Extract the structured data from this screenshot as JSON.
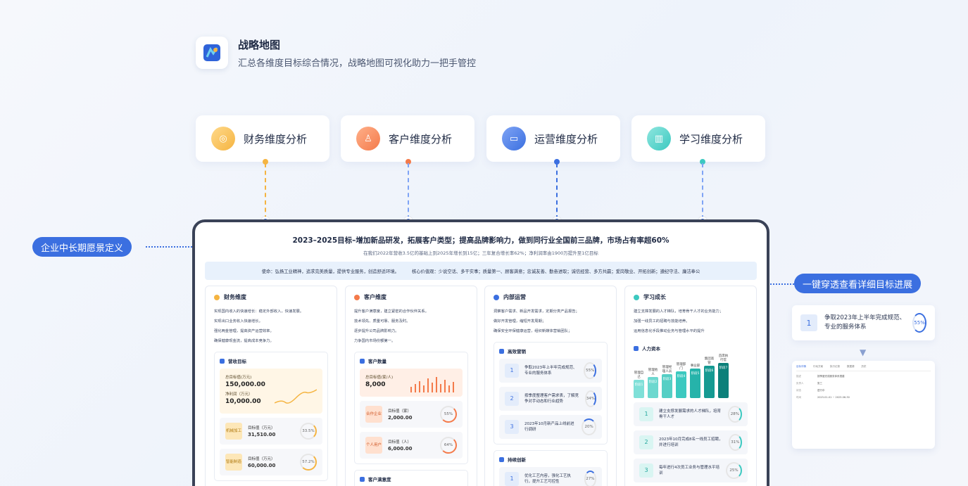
{
  "header": {
    "title": "战略地图",
    "subtitle": "汇总各维度目标综合情况，战略地图可视化助力一把手管控"
  },
  "dimensions": [
    {
      "label": "财务维度分析",
      "color": "#f5b441",
      "icon": "target-icon"
    },
    {
      "label": "客户维度分析",
      "color": "#f47a4a",
      "icon": "user-icon"
    },
    {
      "label": "运营维度分析",
      "color": "#3b6fe0",
      "icon": "monitor-icon"
    },
    {
      "label": "学习维度分析",
      "color": "#3cc9c0",
      "icon": "book-icon"
    }
  ],
  "callouts": {
    "vision": "企业中长期愿景定义",
    "drill": "一键穿透查看详细目标进展"
  },
  "screen": {
    "title": "2023–2025目标–增加新品研发，拓展客户类型；提高品牌影响力，做到同行业全国前三品牌，市场占有率超60%",
    "subtitle": "在我们2022年营收3.5亿的基础上到2025年增长到15亿；三年复合增长率62%；净利润率由1900万提升至1亿目标",
    "mission": "使命：弘扬工业精神，追求完美质量，提供专业服务，创造舒适环境。",
    "values": "核心价值观：少说空话、多干实事；质量第一、顾客满意；忠诚友善、勤奋进取；诚信经营、多方共赢；爱岗敬业、开拓创新；遵纪守法、廉洁奉公",
    "cols": [
      {
        "title": "财务维度",
        "color": "#f5b441",
        "bullets": [
          "实现国内收入的快速增长：稳定外部收入，快速发展。",
          "实现出口业务收入快速增长。",
          "强化两金管理，提高资产运营效率。",
          "确保健康现金流，提高成本竞争力。"
        ],
        "sub": "营收目标",
        "hero": {
          "l1": "总目标值(万元)",
          "v1": "150,000.00",
          "l2": "净利润（万元）",
          "v2": "10,000.00"
        },
        "rows": [
          {
            "tag": "机械加工",
            "label": "目标值（万元）",
            "value": "31,510.00",
            "pct": "33.5%"
          },
          {
            "tag": "智能制造",
            "label": "目标值（万元）",
            "value": "60,000.00",
            "pct": "57.2%"
          }
        ]
      },
      {
        "title": "客户维度",
        "color": "#f47a4a",
        "bullets": [
          "提升客户满意度，建立紧密的合作伙伴关系。",
          "技术领先、质量可靠、服务及时。",
          "逐步提升公司品牌影响力。",
          "力争国内市场份额第一。"
        ],
        "sub": "客户数量",
        "hero": {
          "l1": "总目标值(家/人)",
          "v1": "8,000"
        },
        "rows": [
          {
            "tag": "合作企业",
            "label": "目标值（家）",
            "value": "2,000.00",
            "pct": "55%"
          },
          {
            "tag": "个人用户",
            "label": "目标值（人）",
            "value": "6,000.00",
            "pct": "64%"
          }
        ],
        "sub2": "客户满意度"
      },
      {
        "title": "内部运营",
        "color": "#3b6fe0",
        "bullets": [
          "洞察客户需求、新品开发需求，定期分类产品报告；",
          "做好开发管理，缩短开发周期；",
          "确保安全环保健康运营，组织新媒体营销团队；"
        ],
        "sub": "高效营销",
        "items": [
          {
            "n": "1",
            "t": "争取2023年上半年完成规范、专业的服务体系",
            "pct": "55%"
          },
          {
            "n": "2",
            "t": "按季度整理客户需求表，了解竞争对手动态和行业趋势",
            "pct": "34%"
          },
          {
            "n": "3",
            "t": "2023年10月新产品上线前进行调研",
            "pct": "20%"
          }
        ],
        "sub2": "持续创新",
        "items2": [
          {
            "n": "1",
            "t": "优化工艺内容，强化工艺执行，提升工艺可控性",
            "pct": "27%"
          }
        ]
      },
      {
        "title": "学习成长",
        "color": "#3cc9c0",
        "bullets": [
          "建立支撑发展的人才梯队，培育骨干人才的业务能力；",
          "加强一线员工的招聘与技能培养。",
          "运用信息化手段推动业务与管理水平的提升"
        ],
        "sub": "人力资本",
        "bars": [
          {
            "l": "管理自己",
            "v": "阶段1"
          },
          {
            "l": "管理他人",
            "v": "阶段2"
          },
          {
            "l": "管理经理人员",
            "v": "阶段3"
          },
          {
            "l": "管理部门",
            "v": "阶段4"
          },
          {
            "l": "事业部",
            "v": "阶段5"
          },
          {
            "l": "集团高管",
            "v": "阶段6"
          },
          {
            "l": "首席执行官",
            "v": "阶段7"
          }
        ],
        "items": [
          {
            "n": "1",
            "t": "建立支撑发展需求的人才梯队，培育骨干人才",
            "pct": "28%"
          },
          {
            "n": "2",
            "t": "2023年10月完成8名一线员工招聘，并进行培训",
            "pct": "31%"
          },
          {
            "n": "3",
            "t": "每年进行4次员工业务与管理水平培训",
            "pct": "25%"
          }
        ]
      }
    ]
  },
  "panel": {
    "n": "1",
    "text": "争取2023年上半年完成规范、专业的服务体系",
    "pct": "55%"
  },
  "detail": {
    "tabs": [
      "目标详情",
      "行动方案",
      "执行记录",
      "数据源",
      "历史"
    ],
    "rows": [
      [
        "描述",
        "按季度完成服务体系搭建"
      ],
      [
        "负责人",
        "张三"
      ],
      [
        "状态",
        "进行中"
      ],
      [
        "时间",
        "2023-01-01 ~ 2023-06-30"
      ]
    ]
  }
}
